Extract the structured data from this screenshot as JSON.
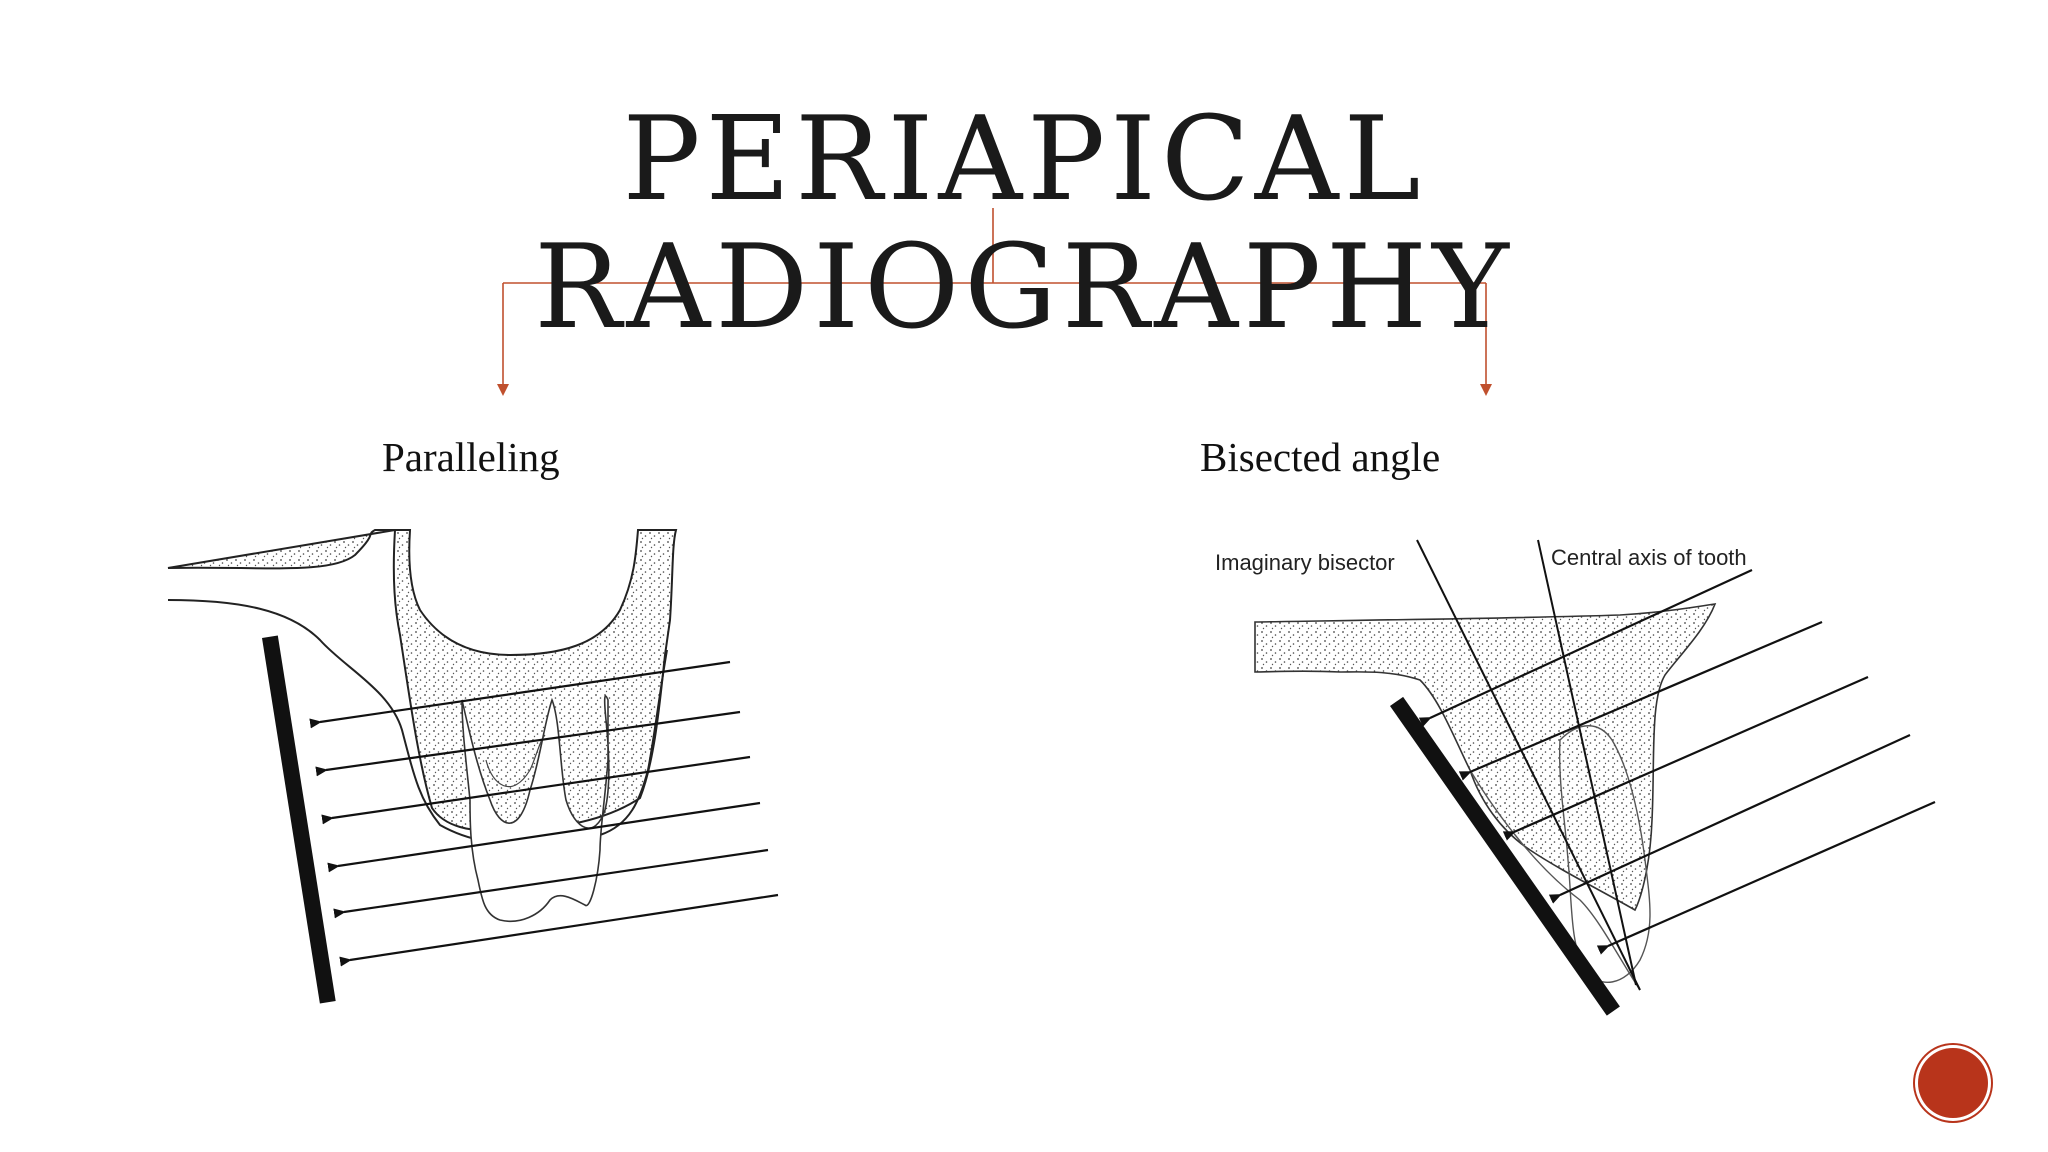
{
  "slide": {
    "title_line1": "PERIAPICAL",
    "title_line2": "RADIOGRAPHY",
    "branch_left": "Paralleling",
    "branch_right": "Bisected angle",
    "accent_color": "#c0502e"
  },
  "diagram_right": {
    "caption_bisector": "Imaginary bisector",
    "caption_axis": "Central axis of tooth"
  },
  "nav": {
    "icon": "next-slide-button-icon"
  }
}
